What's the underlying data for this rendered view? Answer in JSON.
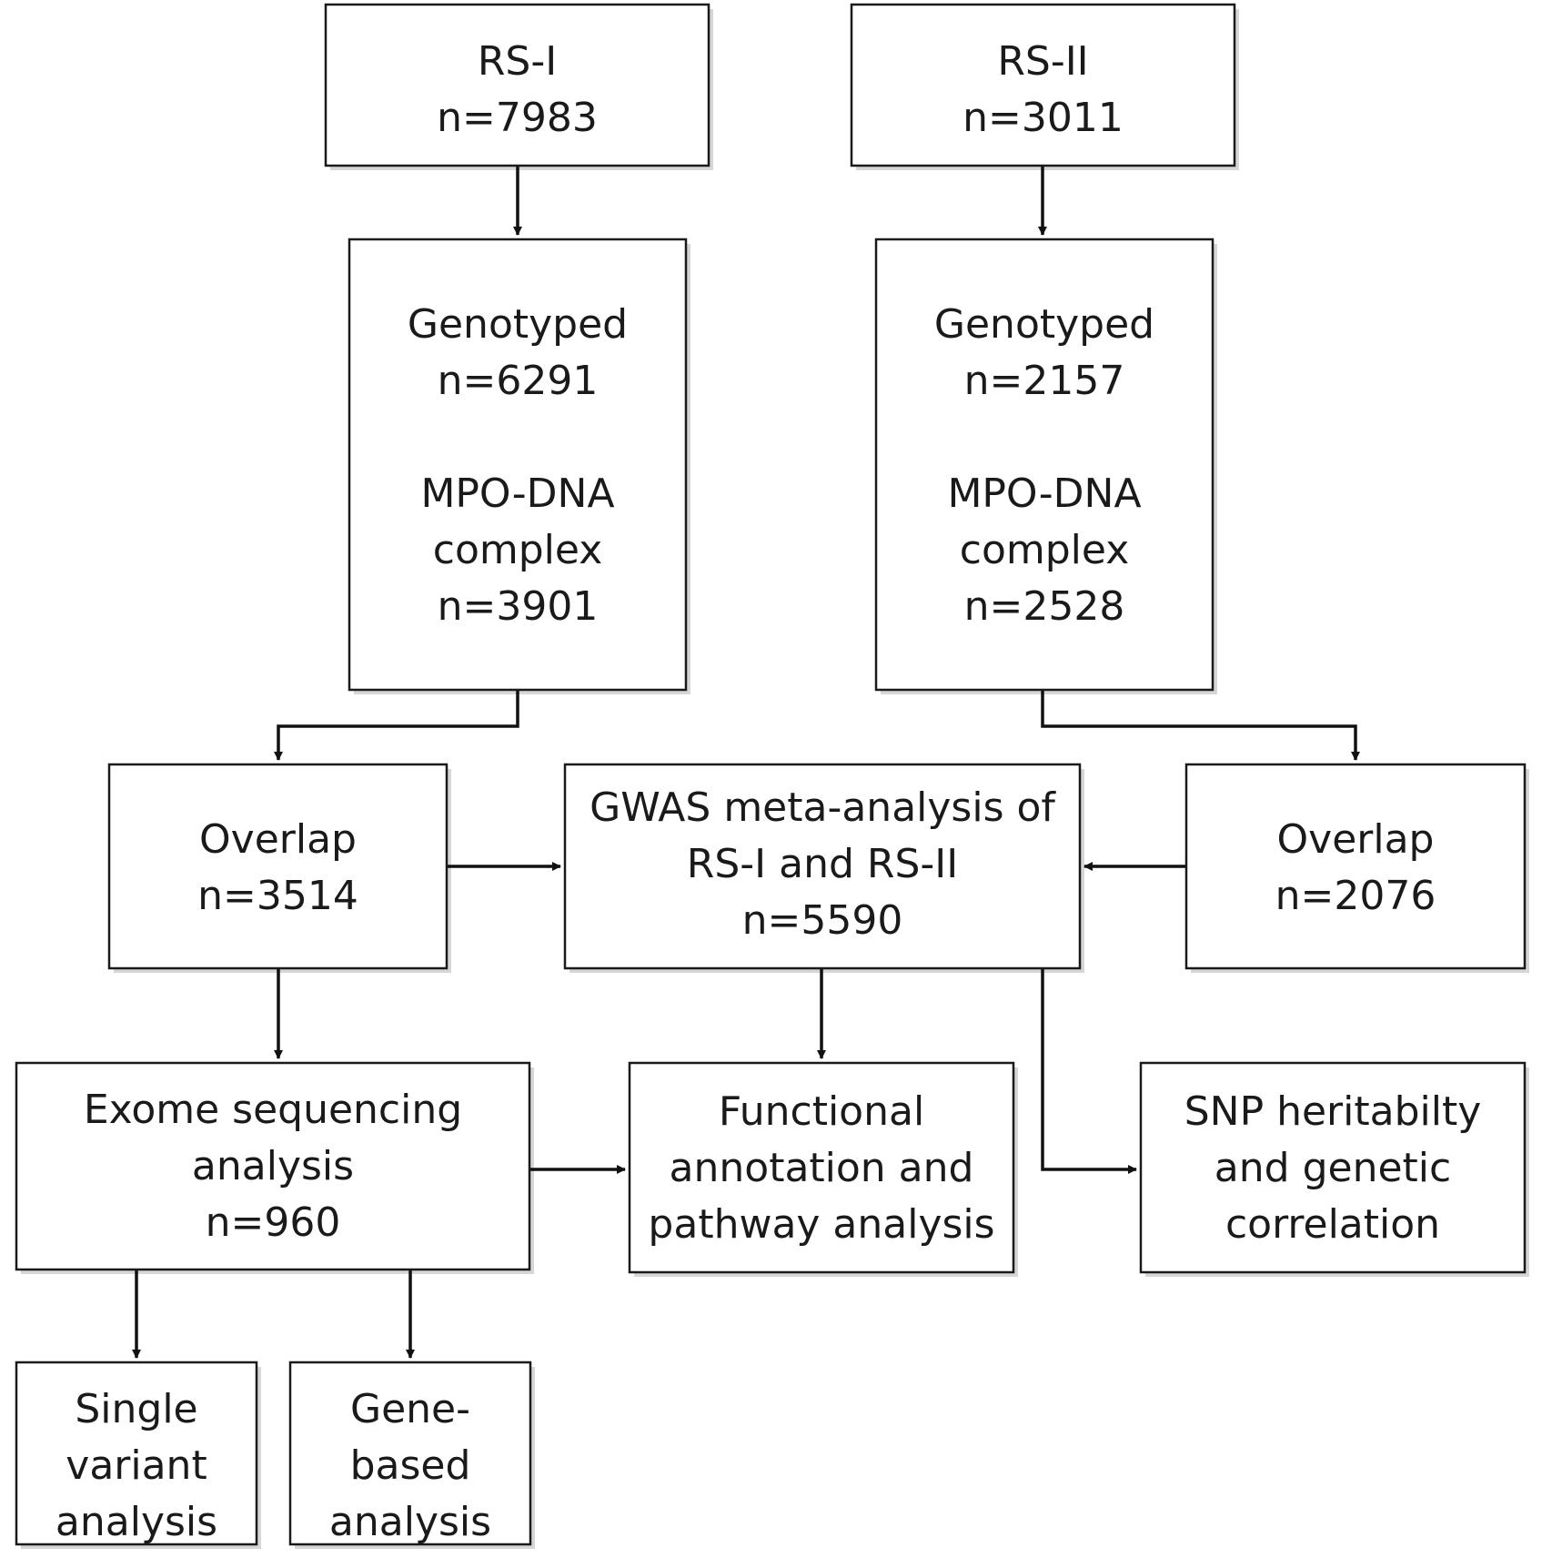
{
  "boxes": {
    "rs1": {
      "lines": [
        "RS-I",
        "n=7983"
      ]
    },
    "rs2": {
      "lines": [
        "RS-II",
        "n=3011"
      ]
    },
    "genotyped1": {
      "lines": [
        "Genotyped",
        "n=6291",
        "",
        "MPO-DNA",
        "complex",
        "n=3901"
      ]
    },
    "genotyped2": {
      "lines": [
        "Genotyped",
        "n=2157",
        "",
        "MPO-DNA",
        "complex",
        "n=2528"
      ]
    },
    "overlap1": {
      "lines": [
        "Overlap",
        "n=3514"
      ]
    },
    "gwas": {
      "lines": [
        "GWAS meta-analysis of",
        "RS-I and RS-II",
        "n=5590"
      ]
    },
    "overlap2": {
      "lines": [
        "Overlap",
        "n=2076"
      ]
    },
    "exome": {
      "lines": [
        "Exome sequencing",
        "analysis",
        "n=960"
      ]
    },
    "functional": {
      "lines": [
        "Functional",
        "annotation and",
        "pathway analysis"
      ]
    },
    "snp": {
      "lines": [
        "SNP heritabilty",
        "and genetic",
        "correlation"
      ]
    },
    "single": {
      "lines": [
        "Single",
        "variant",
        "analysis"
      ]
    },
    "gene": {
      "lines": [
        "Gene-",
        "based",
        "analysis"
      ]
    }
  }
}
